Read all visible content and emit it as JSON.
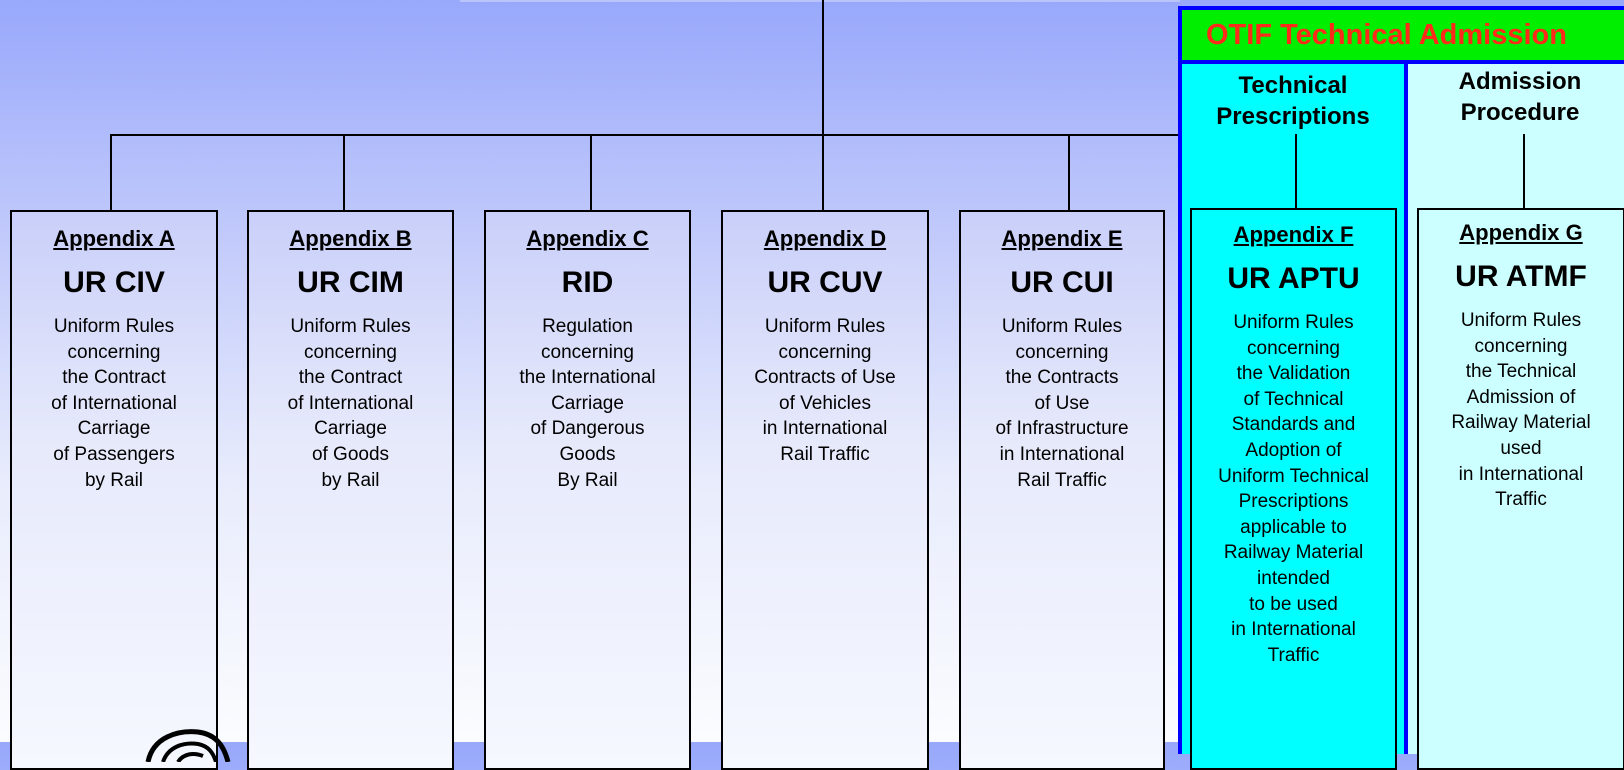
{
  "otif": {
    "header": "OTIF Technical Admission",
    "technical_heading": "Technical\nPrescriptions",
    "admission_heading": "Admission\nProcedure"
  },
  "appendices": [
    {
      "appendix": "Appendix A",
      "code": "UR CIV",
      "description": "Uniform Rules\nconcerning\nthe Contract\nof International\nCarriage\nof Passengers\nby Rail"
    },
    {
      "appendix_prefix": "Appendix ",
      "appendix_letter": "B",
      "code": "UR CIM",
      "description": "Uniform Rules\nconcerning\nthe Contract\nof International\nCarriage\nof Goods\nby Rail"
    },
    {
      "appendix": "Appendix C",
      "code": "RID",
      "description": "Regulation\nconcerning\nthe International\nCarriage\nof Dangerous\nGoods\nBy Rail"
    },
    {
      "appendix": "Appendix D",
      "code": "UR CUV",
      "description": "Uniform Rules\nconcerning\nContracts of Use\nof Vehicles\nin International\nRail Traffic"
    },
    {
      "appendix": "Appendix E",
      "code": "UR CUI",
      "description": "Uniform Rules\nconcerning\nthe Contracts\nof Use\nof Infrastructure\nin International\nRail Traffic"
    },
    {
      "appendix": "Appendix F",
      "code": "UR APTU",
      "description": "Uniform Rules\nconcerning\nthe Validation\nof Technical\nStandards and\nAdoption of\nUniform Technical\nPrescriptions\napplicable to\nRailway Material\nintended\nto be used\nin International\nTraffic"
    },
    {
      "appendix": "Appendix G",
      "code": "UR ATMF",
      "description": "Uniform Rules\nconcerning\nthe Technical\nAdmission of\nRailway Material\nused\nin International\nTraffic"
    }
  ],
  "colors": {
    "otif_header_bg": "#00ee00",
    "otif_header_text": "#ff2a1a",
    "otif_border": "#0000ff",
    "technical_bg": "#00ffff",
    "admission_bg": "#ccffff"
  },
  "icons": {
    "logo": "otif-logo-icon"
  }
}
